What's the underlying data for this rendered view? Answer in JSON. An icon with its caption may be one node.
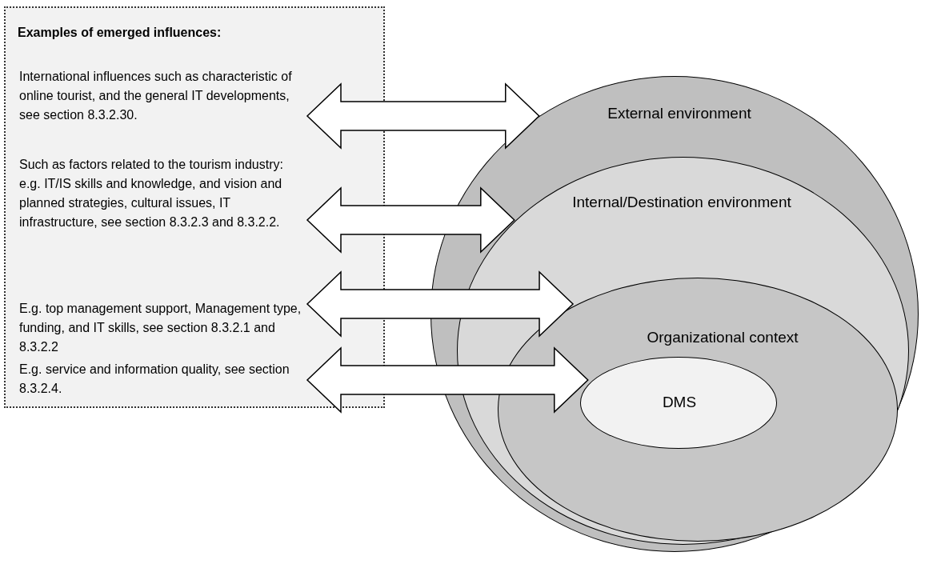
{
  "diagram": {
    "nodes": [
      {
        "text": [
          "Examples of emerged influences:"
        ]
      },
      {
        "text": [
          "International influences such as characteristic of online tourist, and the general IT developments, see section 8.3.2.30."
        ],
        "in": 0
      },
      {
        "text": [
          "Such as factors related to the tourism industry: e.g. IT/IS skills and knowledge, and vision and planned strategies, cultural issues, IT infrastructure, see section 8.3.2.3 and 8.3.2.2."
        ],
        "in": 0
      },
      {
        "text": [
          "E.g. top management support, Management type, funding, and IT skills, see section 8.3.2.1 and 8.3.2.2"
        ],
        "in": 0
      },
      {
        "text": [
          "E.g. service and information quality, see section 8.3.2.4."
        ],
        "in": 0
      },
      {
        "text": [
          "External environment"
        ]
      },
      {
        "text": [
          "Internal/Destination environment"
        ],
        "in": 5
      },
      {
        "text": [
          "Organizational context"
        ],
        "in": 6
      },
      {
        "text": [
          "DMS"
        ],
        "in": 7
      }
    ],
    "edges": [
      {
        "from": 1,
        "to": 5,
        "arrow": "both"
      },
      {
        "from": 2,
        "to": 6,
        "arrow": "both"
      },
      {
        "from": 3,
        "to": 7,
        "arrow": "both"
      },
      {
        "from": 4,
        "to": 8,
        "arrow": "both"
      }
    ]
  }
}
